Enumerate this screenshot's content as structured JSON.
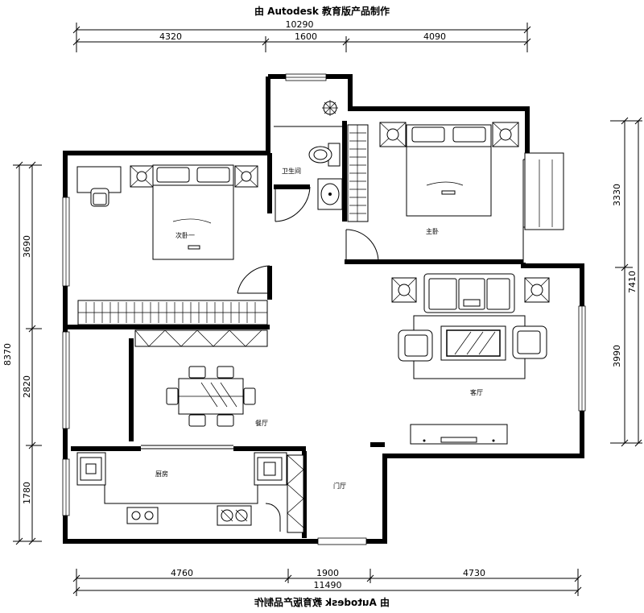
{
  "header": {
    "title": "由 Autodesk 教育版产品制作"
  },
  "footer": {
    "title_mirrored": "由 Autodesk 教育版产品制作"
  },
  "dimensions": {
    "top_total": "10290",
    "top_segments": [
      "4320",
      "1600",
      "4090"
    ],
    "bottom_total": "11490",
    "bottom_segments": [
      "4760",
      "1900",
      "4730"
    ],
    "left_total": "8370",
    "left_segments": [
      "3690",
      "2820",
      "1780"
    ],
    "right_total": "7410",
    "right_segments": [
      "3330",
      "3990"
    ]
  },
  "rooms": {
    "bathroom": "卫生间",
    "second_bedroom": "次卧一",
    "master_bedroom": "主卧",
    "living_room": "客厅",
    "dining_room": "餐厅",
    "kitchen": "厨房",
    "entrance": "门厅"
  },
  "colors": {
    "line": "#000000",
    "background": "#ffffff"
  }
}
